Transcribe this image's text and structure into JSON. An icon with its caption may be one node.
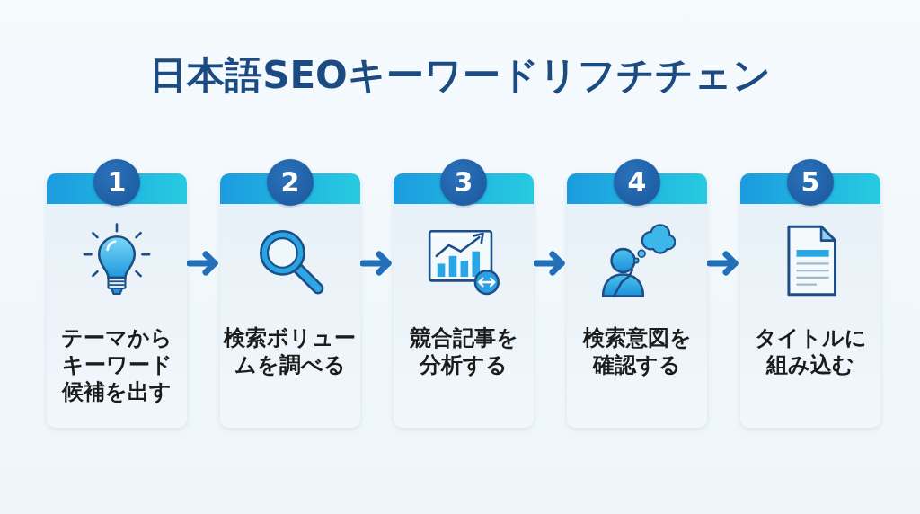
{
  "diagram": {
    "title": "日本語SEOキーワードリフチチェン",
    "nodes": [
      {
        "text": [
          "1",
          "テーマからキーワード候補を出す"
        ]
      },
      {
        "text": [
          "2",
          "検索ボリュームを調べる"
        ]
      },
      {
        "text": [
          "3",
          "競合記事を分析する"
        ]
      },
      {
        "text": [
          "4",
          "検索意図を確認する"
        ]
      },
      {
        "text": [
          "5",
          "タイトルに組み込む"
        ]
      }
    ],
    "edges": [
      {
        "from": 0,
        "to": 1,
        "arrow": "to"
      },
      {
        "from": 1,
        "to": 2,
        "arrow": "to"
      },
      {
        "from": 2,
        "to": 3,
        "arrow": "to"
      },
      {
        "from": 3,
        "to": 4,
        "arrow": "to"
      }
    ]
  }
}
